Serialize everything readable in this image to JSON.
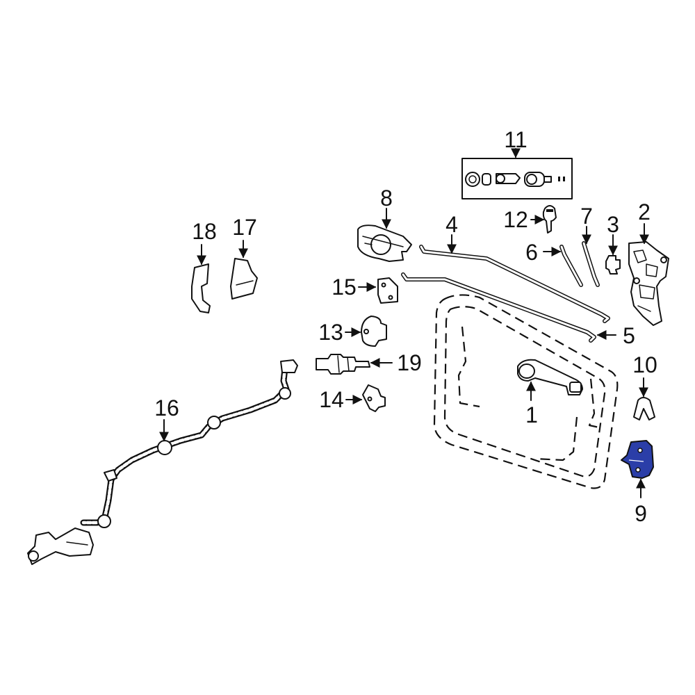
{
  "diagram": {
    "highlight_color": "#2b3ea8",
    "callouts": {
      "c1": "1",
      "c2": "2",
      "c3": "3",
      "c4": "4",
      "c5": "5",
      "c6": "6",
      "c7": "7",
      "c8": "8",
      "c9": "9",
      "c10": "10",
      "c11": "11",
      "c12": "12",
      "c13": "13",
      "c14": "14",
      "c15": "15",
      "c16": "16",
      "c17": "17",
      "c18": "18",
      "c19": "19"
    },
    "highlighted_part": "9"
  }
}
